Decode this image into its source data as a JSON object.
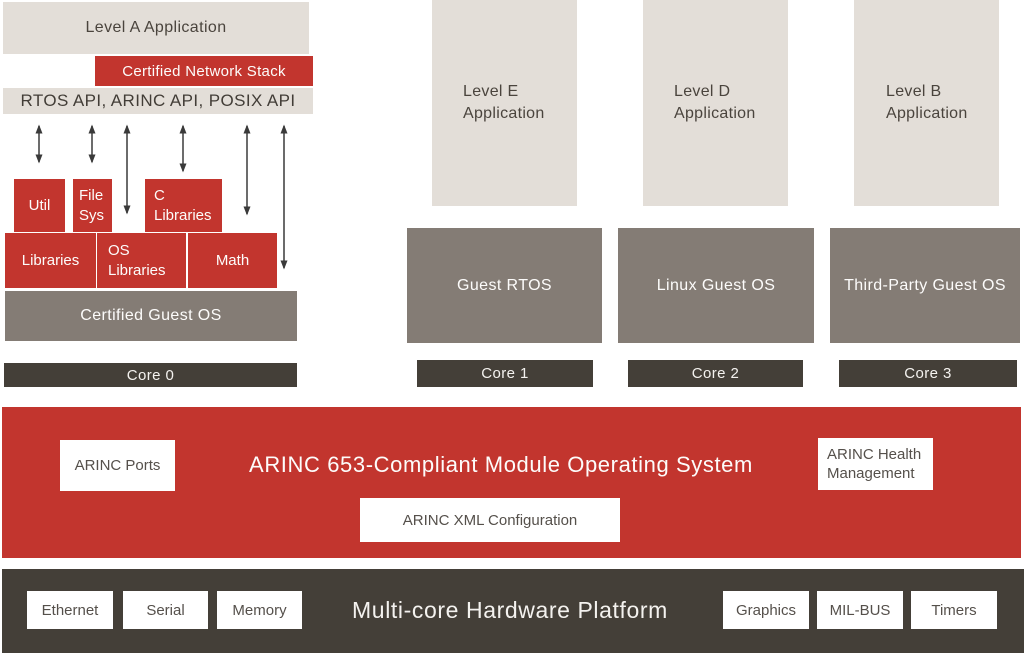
{
  "colors": {
    "red": "#c2352e",
    "beige": "#e3ded8",
    "gray": "#847c75",
    "dark": "#443f38"
  },
  "left_stack": {
    "app": "Level A Application",
    "network_stack": "Certified Network Stack",
    "api_bar": "RTOS API, ARINC API, POSIX API",
    "modules": {
      "util": "Util",
      "file_sys": "File Sys",
      "c_libraries": "C Libraries",
      "libraries": "Libraries",
      "os_libraries": "OS Libraries",
      "math": "Math"
    },
    "guest_os": "Certified Guest OS",
    "core": "Core 0"
  },
  "partitions": [
    {
      "app": "Level E Application",
      "os": "Guest RTOS",
      "core": "Core 1"
    },
    {
      "app": "Level D Application",
      "os": "Linux Guest OS",
      "core": "Core 2"
    },
    {
      "app": "Level B Application",
      "os": "Third-Party Guest OS",
      "core": "Core 3"
    }
  ],
  "module_os_band": {
    "title": "ARINC 653-Compliant Module Operating System",
    "ports_label": "ARINC Ports",
    "health_label": "ARINC Health Management",
    "xml_label": "ARINC XML Configuration"
  },
  "hardware_band": {
    "title": "Multi-core Hardware Platform",
    "left_components": [
      "Ethernet",
      "Serial",
      "Memory"
    ],
    "right_components": [
      "Graphics",
      "MIL-BUS",
      "Timers"
    ]
  }
}
